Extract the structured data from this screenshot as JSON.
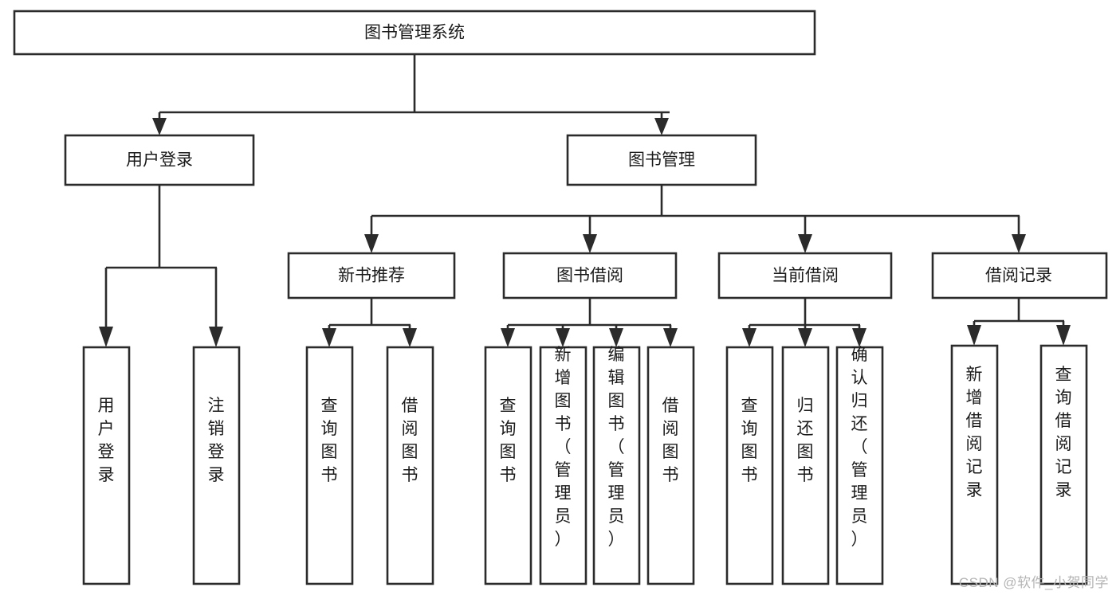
{
  "diagram": {
    "type": "tree-hierarchy",
    "title": "图书管理系统",
    "orientation": "top-down",
    "colors": {
      "box_stroke": "#2b2b2b",
      "box_fill": "#ffffff",
      "connector": "#2b2b2b",
      "text": "#1a1a1a",
      "watermark": "#b4b4b4",
      "background": "#ffffff"
    },
    "nodes": {
      "root": {
        "label": "图书管理系统"
      },
      "level2": [
        {
          "id": "user-login",
          "label": "用户登录"
        },
        {
          "id": "book-management",
          "label": "图书管理"
        }
      ],
      "level3": [
        {
          "id": "new-book-recommend",
          "label": "新书推荐"
        },
        {
          "id": "book-borrow",
          "label": "图书借阅"
        },
        {
          "id": "current-borrow",
          "label": "当前借阅"
        },
        {
          "id": "borrow-record",
          "label": "借阅记录"
        }
      ],
      "leaves": {
        "user-login": [
          {
            "id": "leaf-user-login",
            "label": "用户登录"
          },
          {
            "id": "leaf-logout-login",
            "label": "注销登录"
          }
        ],
        "new-book-recommend": [
          {
            "id": "leaf-query-book-1",
            "label": "查询图书"
          },
          {
            "id": "leaf-borrow-book-1",
            "label": "借阅图书"
          }
        ],
        "book-borrow": [
          {
            "id": "leaf-query-book-2",
            "label": "查询图书"
          },
          {
            "id": "leaf-add-book-admin",
            "label": "新增图书（管理员）"
          },
          {
            "id": "leaf-edit-book-admin",
            "label": "编辑图书（管理员）"
          },
          {
            "id": "leaf-borrow-book-2",
            "label": "借阅图书"
          }
        ],
        "current-borrow": [
          {
            "id": "leaf-query-book-3",
            "label": "查询图书"
          },
          {
            "id": "leaf-return-book",
            "label": "归还图书"
          },
          {
            "id": "leaf-confirm-return-admin",
            "label": "确认归还（管理员）"
          }
        ],
        "borrow-record": [
          {
            "id": "leaf-add-borrow-record",
            "label": "新增借阅记录"
          },
          {
            "id": "leaf-query-borrow-record",
            "label": "查询借阅记录"
          }
        ]
      }
    },
    "watermark": "CSDN @软件_小贺同学"
  }
}
